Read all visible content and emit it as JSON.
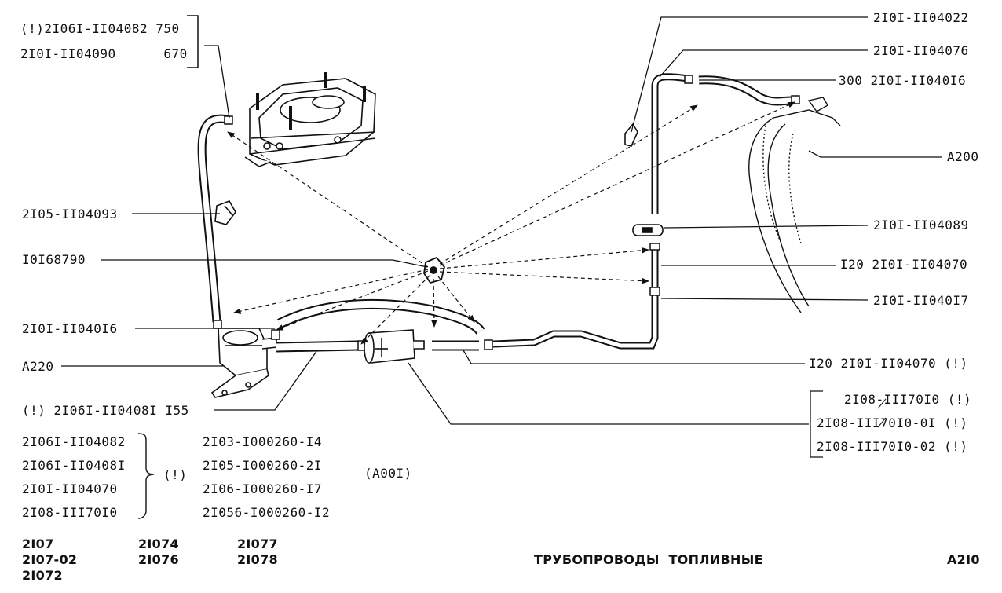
{
  "callouts": {
    "top_left_1": "(!)2I06I-II04082 750",
    "top_left_2": "2I0I-II04090      670",
    "left_clip": "2I05-II04093",
    "left_clamp": "I0I68790",
    "left_hose": "2I0I-II040I6",
    "left_pump": "A220",
    "left_bottom_hose": "(!) 2I06I-II0408I I55",
    "right_1": "2I0I-II04022",
    "right_2": "2I0I-II04076",
    "right_3": "300 2I0I-II040I6",
    "right_tank": "A200",
    "right_4": "2I0I-II04089",
    "right_5": "I20 2I0I-II04070",
    "right_6": "2I0I-II040I7",
    "right_7": "I20 2I0I-II04070 (!)",
    "filter_1": "2I08-III70I0 (!)",
    "filter_2": "2I08-III70I0-0I (!)",
    "filter_3": "2I08-III70I0-02 (!)"
  },
  "parts_list": {
    "col1": [
      "2I06I-II04082",
      "2I06I-II0408I",
      "2I0I-II04070",
      "2I08-III70I0"
    ],
    "mark": "(!)",
    "col2": [
      "2I03-I000260-I4",
      "2I05-I000260-2I",
      "2I06-I000260-I7",
      "2I056-I000260-I2"
    ],
    "code": "(A00I)"
  },
  "footer": {
    "models_col1": [
      "2I07",
      "2I07-02",
      "2I072"
    ],
    "models_col2": [
      "2I074",
      "2I076"
    ],
    "models_col3": [
      "2I077",
      "2I078"
    ],
    "title": "ТРУБОПРОВОДЫ  ТОПЛИВНЫЕ",
    "code": "A2I0"
  }
}
